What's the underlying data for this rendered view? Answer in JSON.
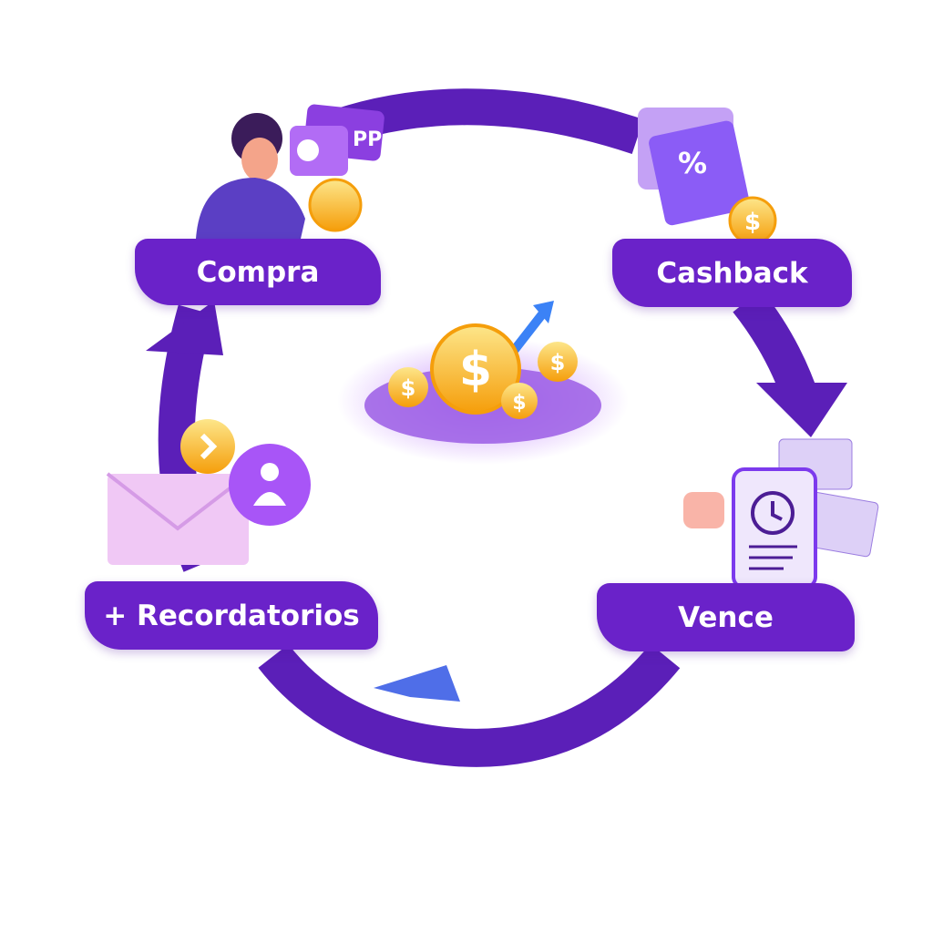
{
  "steps": [
    {
      "id": "compra",
      "label": "Compra"
    },
    {
      "id": "cashback",
      "label": "Cashback"
    },
    {
      "id": "vence",
      "label": "Vence"
    },
    {
      "id": "recordatorios",
      "label": "+ Recordatorios"
    }
  ],
  "app_card_text": "PP",
  "colors": {
    "ring": "#5b1fb8",
    "label_bg": "#6a22c9",
    "coin": "#fbbf24",
    "accent_light": "#c4a1f5"
  }
}
